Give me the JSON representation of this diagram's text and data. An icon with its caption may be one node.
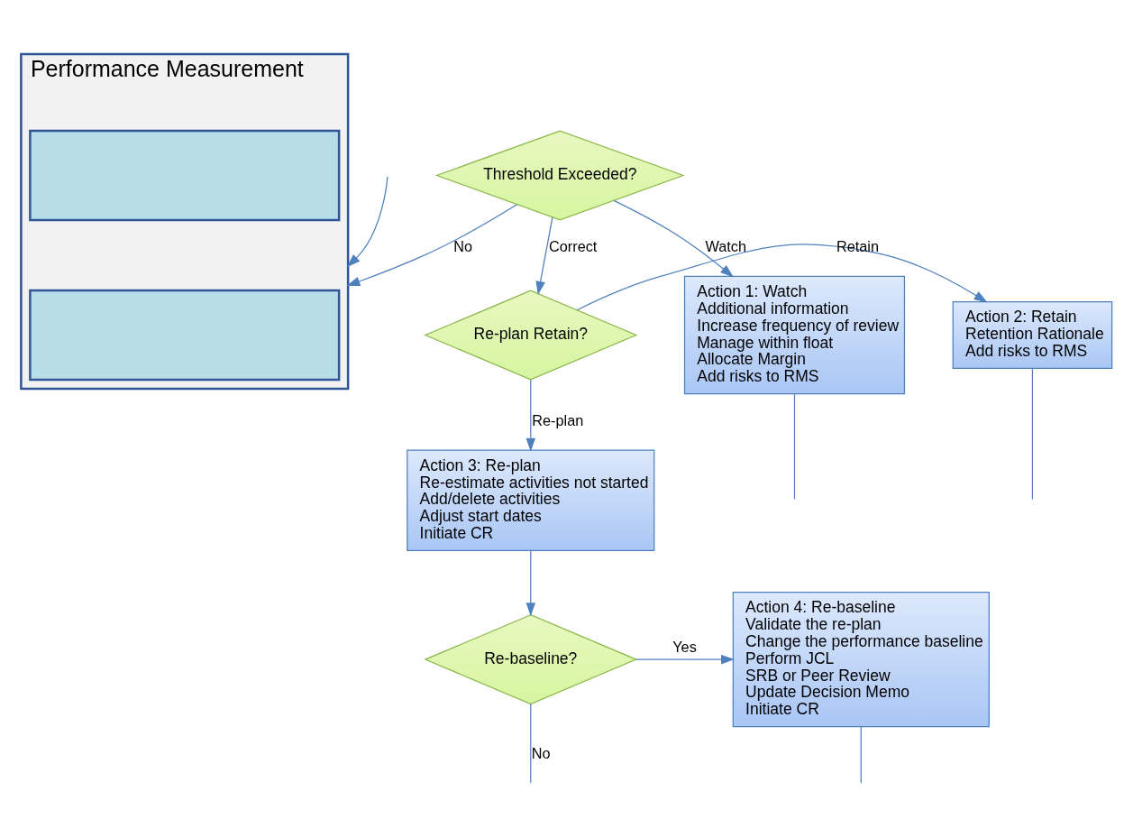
{
  "diagram": {
    "nodes": [
      {
        "text": [
          "Performance Measurement"
        ]
      },
      {
        "text": [],
        "shape": "box",
        "in": 0
      },
      {
        "text": [],
        "shape": "box",
        "in": 0
      },
      {
        "text": [
          "Threshold Exceeded?"
        ]
      },
      {
        "text": [
          "Action 1: Watch",
          "Additional information",
          "Increase frequency of review",
          "Manage within float",
          "Allocate Margin",
          "Add risks to RMS"
        ]
      },
      {
        "text": [
          "Re-plan Retain?"
        ]
      },
      {
        "text": [
          "Action 2: Retain",
          "Retention Rationale",
          "Add risks to RMS"
        ]
      },
      {
        "text": [
          "Action 3: Re-plan",
          "Re-estimate activities not started",
          "Add/delete activities",
          "Adjust start dates",
          "Initiate CR"
        ]
      },
      {
        "text": [
          "Re-baseline?"
        ]
      },
      {
        "text": [
          "Action 4: Re-baseline",
          "Validate the re-plan",
          "Change the performance baseline",
          "Perform JCL",
          "SRB or Peer Review",
          "Update Decision Memo",
          "Initiate CR"
        ]
      }
    ],
    "edges": [
      {
        "from": 3,
        "to": 0,
        "arrow": "to",
        "label": "No"
      },
      {
        "from": 3,
        "to": 4,
        "arrow": "to",
        "label": "Watch"
      },
      {
        "from": 3,
        "to": 5,
        "arrow": "to",
        "label": "Correct"
      },
      {
        "from": null,
        "to": 0,
        "arrow": "to"
      },
      {
        "from": 5,
        "to": 6,
        "arrow": "to",
        "label": "Retain"
      },
      {
        "from": 5,
        "to": 7,
        "arrow": "to",
        "label": "Re-plan"
      },
      {
        "from": 4,
        "to": null,
        "arrow": "none"
      },
      {
        "from": 6,
        "to": null,
        "arrow": "none"
      },
      {
        "from": 7,
        "to": 8,
        "arrow": "to"
      },
      {
        "from": 8,
        "to": 9,
        "arrow": "to",
        "label": "Yes"
      },
      {
        "from": 8,
        "to": null,
        "arrow": "none",
        "label": "No"
      },
      {
        "from": 9,
        "to": null,
        "arrow": "none"
      }
    ]
  }
}
